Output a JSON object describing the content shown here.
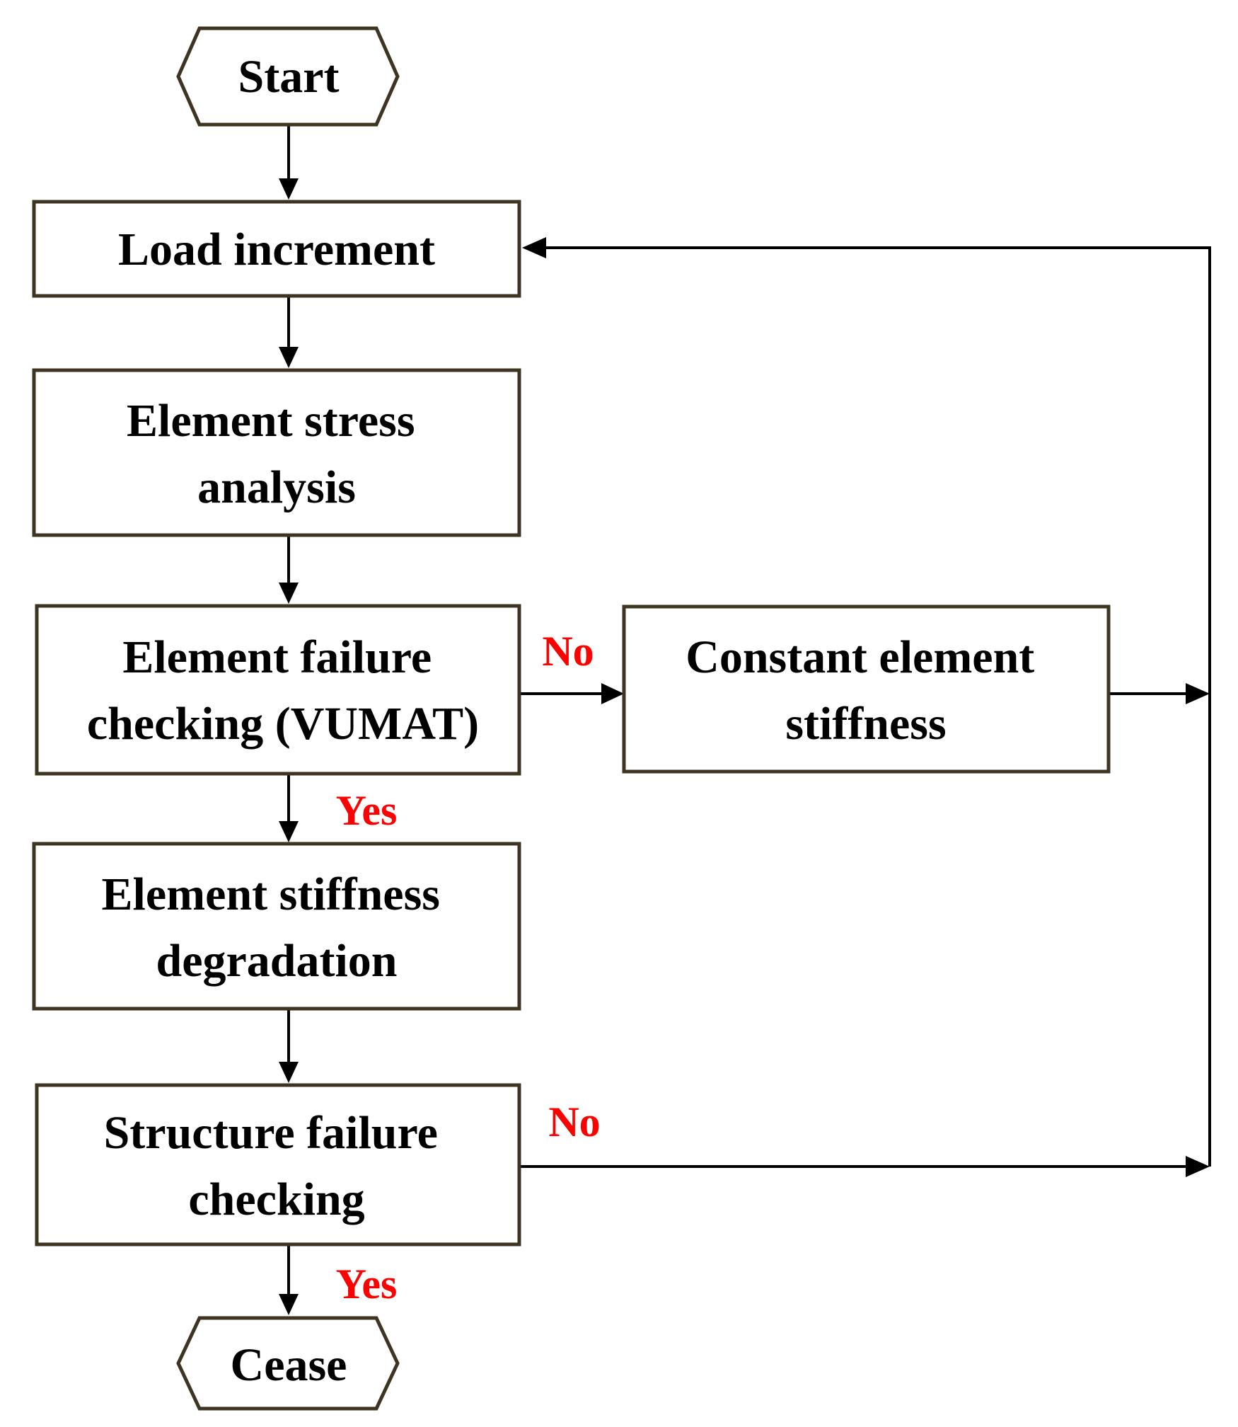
{
  "colors": {
    "node_border": "#3d3422",
    "node_text": "#000000",
    "connector": "#000000",
    "branch_label": "#ff0000"
  },
  "nodes": {
    "start": {
      "shape": "hexagon",
      "lines": [
        "Start"
      ]
    },
    "load_increment": {
      "shape": "rectangle",
      "lines": [
        "Load increment"
      ]
    },
    "stress_analysis": {
      "shape": "rectangle",
      "lines": [
        "Element stress",
        "analysis"
      ]
    },
    "failure_check": {
      "shape": "rectangle",
      "lines": [
        "Element failure",
        "checking (VUMAT)"
      ]
    },
    "constant_stiffness": {
      "shape": "rectangle",
      "lines": [
        "Constant element",
        "stiffness"
      ]
    },
    "stiffness_degradation": {
      "shape": "rectangle",
      "lines": [
        "Element stiffness",
        "degradation"
      ]
    },
    "structure_check": {
      "shape": "rectangle",
      "lines": [
        "Structure failure",
        "checking"
      ]
    },
    "cease": {
      "shape": "hexagon",
      "lines": [
        "Cease"
      ]
    }
  },
  "edges": [
    {
      "from": "start",
      "to": "load_increment",
      "label": ""
    },
    {
      "from": "load_increment",
      "to": "stress_analysis",
      "label": ""
    },
    {
      "from": "stress_analysis",
      "to": "failure_check",
      "label": ""
    },
    {
      "from": "failure_check",
      "to": "constant_stiffness",
      "label": "No"
    },
    {
      "from": "failure_check",
      "to": "stiffness_degradation",
      "label": "Yes"
    },
    {
      "from": "constant_stiffness",
      "to": "load_increment",
      "label": ""
    },
    {
      "from": "stiffness_degradation",
      "to": "structure_check",
      "label": ""
    },
    {
      "from": "structure_check",
      "to": "load_increment",
      "label": "No"
    },
    {
      "from": "structure_check",
      "to": "cease",
      "label": "Yes"
    }
  ]
}
